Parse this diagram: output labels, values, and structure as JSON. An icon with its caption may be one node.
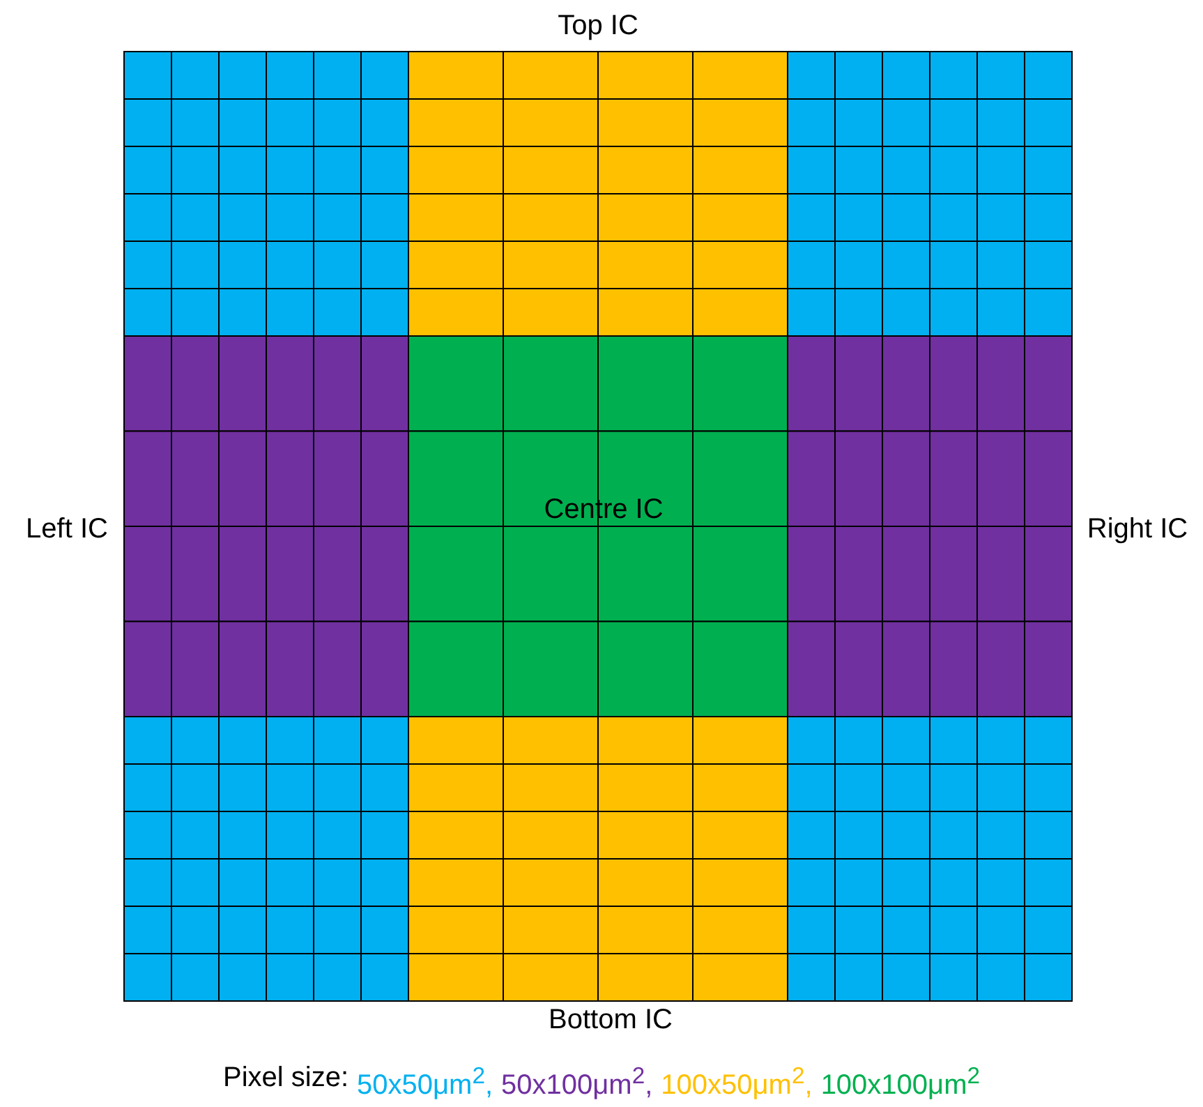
{
  "diagram": {
    "labels": [
      "Top IC",
      "Left IC",
      "Centre IC",
      "Right IC",
      "Bottom IC",
      "Pixel size:"
    ],
    "legend": [
      {
        "text": "50x50μm$^{2}$,",
        "color": "#00b0f0"
      },
      {
        "text": "50x100μm$^{2}$,",
        "color": "#7030a0"
      },
      {
        "text": "100x50μm$^{2}$,",
        "color": "#ffc000"
      },
      {
        "text": "100x100μm$^{2}$",
        "color": "#00b050"
      }
    ]
  }
}
